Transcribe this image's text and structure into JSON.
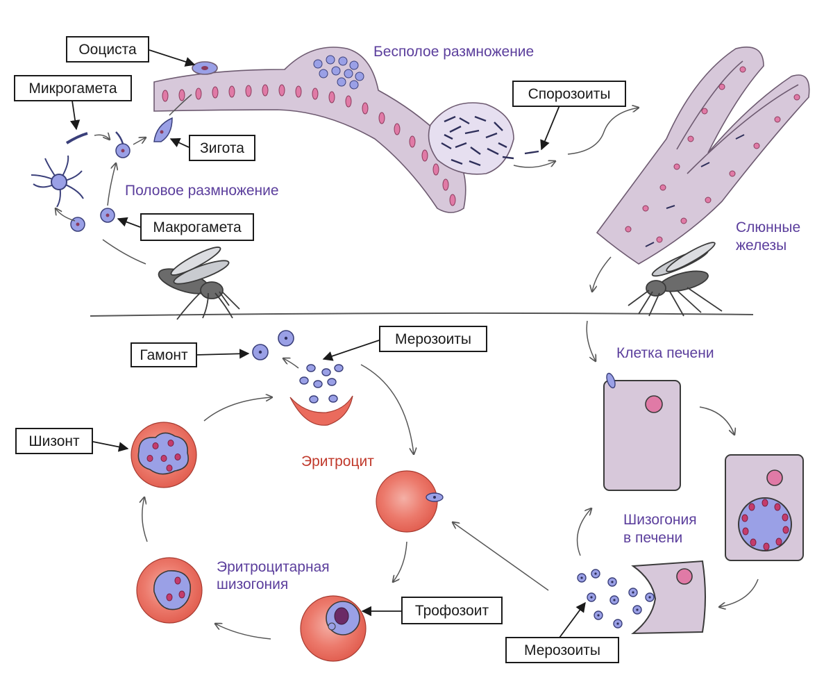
{
  "colors": {
    "purple_text": "#5b3e9c",
    "red_text": "#c0392b",
    "tissue": "#d7c8da",
    "tissue_stroke": "#6d5a70",
    "nucleus": "#e07aa6",
    "parasite": "#9aa0e6",
    "erythrocyte": "#ea6b5d",
    "mosquito": "#5a5a5a"
  },
  "boxed_labels": {
    "oocyst": "Ооциста",
    "microgamete": "Микрогамета",
    "zygote": "Зигота",
    "macrogamete": "Макрогамета",
    "sporozoites": "Спорозоиты",
    "gamont": "Гамонт",
    "merozoites_top": "Мерозоиты",
    "schizont": "Шизонт",
    "trophozoite": "Трофозоит",
    "merozoites_bottom": "Мерозоиты"
  },
  "captions": {
    "asexual": "Бесполое размножение",
    "sexual": "Половое размножение",
    "salivary_1": "Слюнные",
    "salivary_2": "железы",
    "liver_cell": "Клетка печени",
    "liver_schizogony_1": "Шизогония",
    "liver_schizogony_2": "в печени",
    "erythrocyte": "Эритроцит",
    "erythro_schizogony_1": "Эритроцитарная",
    "erythro_schizogony_2": "шизогония"
  }
}
